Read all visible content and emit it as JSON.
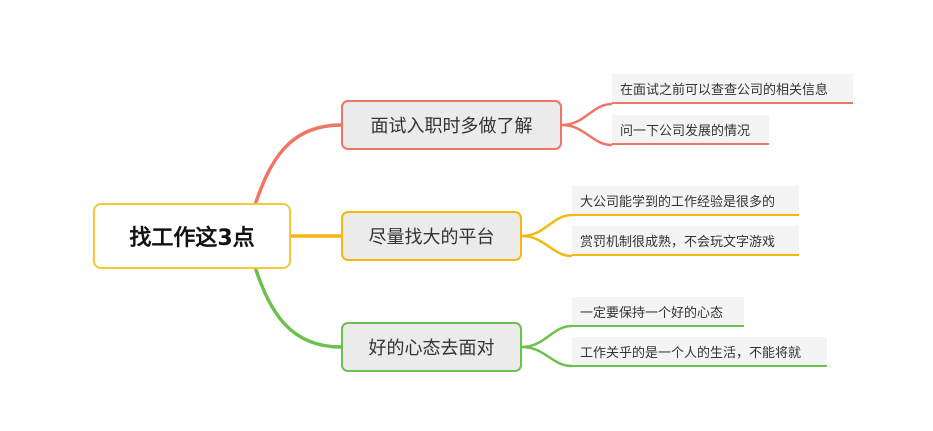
{
  "root": {
    "label": "找工作这3点",
    "color": "#f5c83a"
  },
  "branches": [
    {
      "label": "面试入职时多做了解",
      "color": "#f07564",
      "leaves": [
        "在面试之前可以查查公司的相关信息",
        "问一下公司发展的情况"
      ]
    },
    {
      "label": "尽量找大的平台",
      "color": "#f5b80f",
      "leaves": [
        "大公司能学到的工作经验是很多的",
        "赏罚机制很成熟，不会玩文字游戏"
      ]
    },
    {
      "label": "好的心态去面对",
      "color": "#6cc050",
      "leaves": [
        "一定要保持一个好的心态",
        "工作关乎的是一个人的生活，不能将就"
      ]
    }
  ]
}
